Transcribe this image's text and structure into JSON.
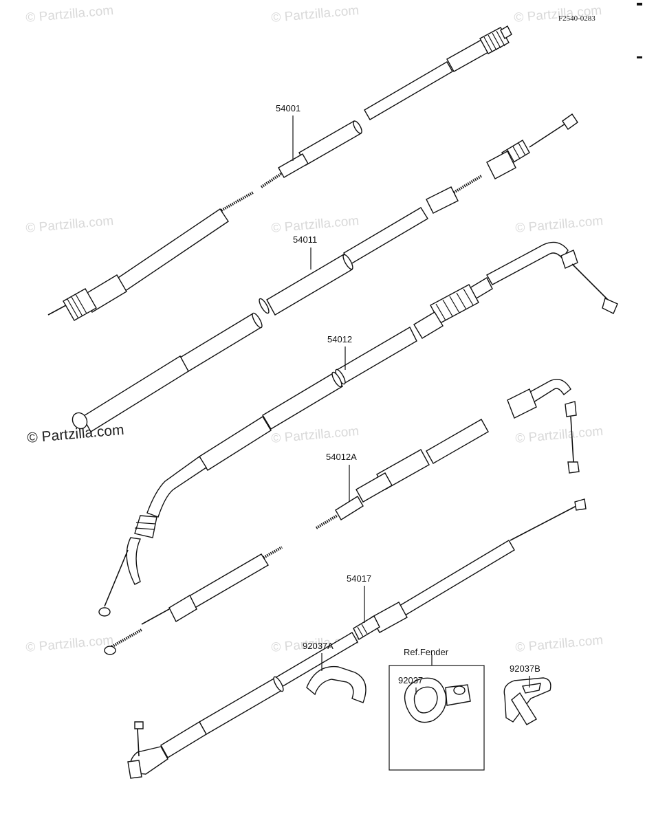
{
  "diagram_code": "F2540-0283",
  "parts": {
    "p54001": "54001",
    "p54011": "54011",
    "p54012": "54012",
    "p54012A": "54012A",
    "p54017": "54017",
    "p92037A": "92037A",
    "p92037": "92037",
    "p92037B": "92037B"
  },
  "ref_fender": "Ref.Fender",
  "watermark": "© Partzilla.com"
}
